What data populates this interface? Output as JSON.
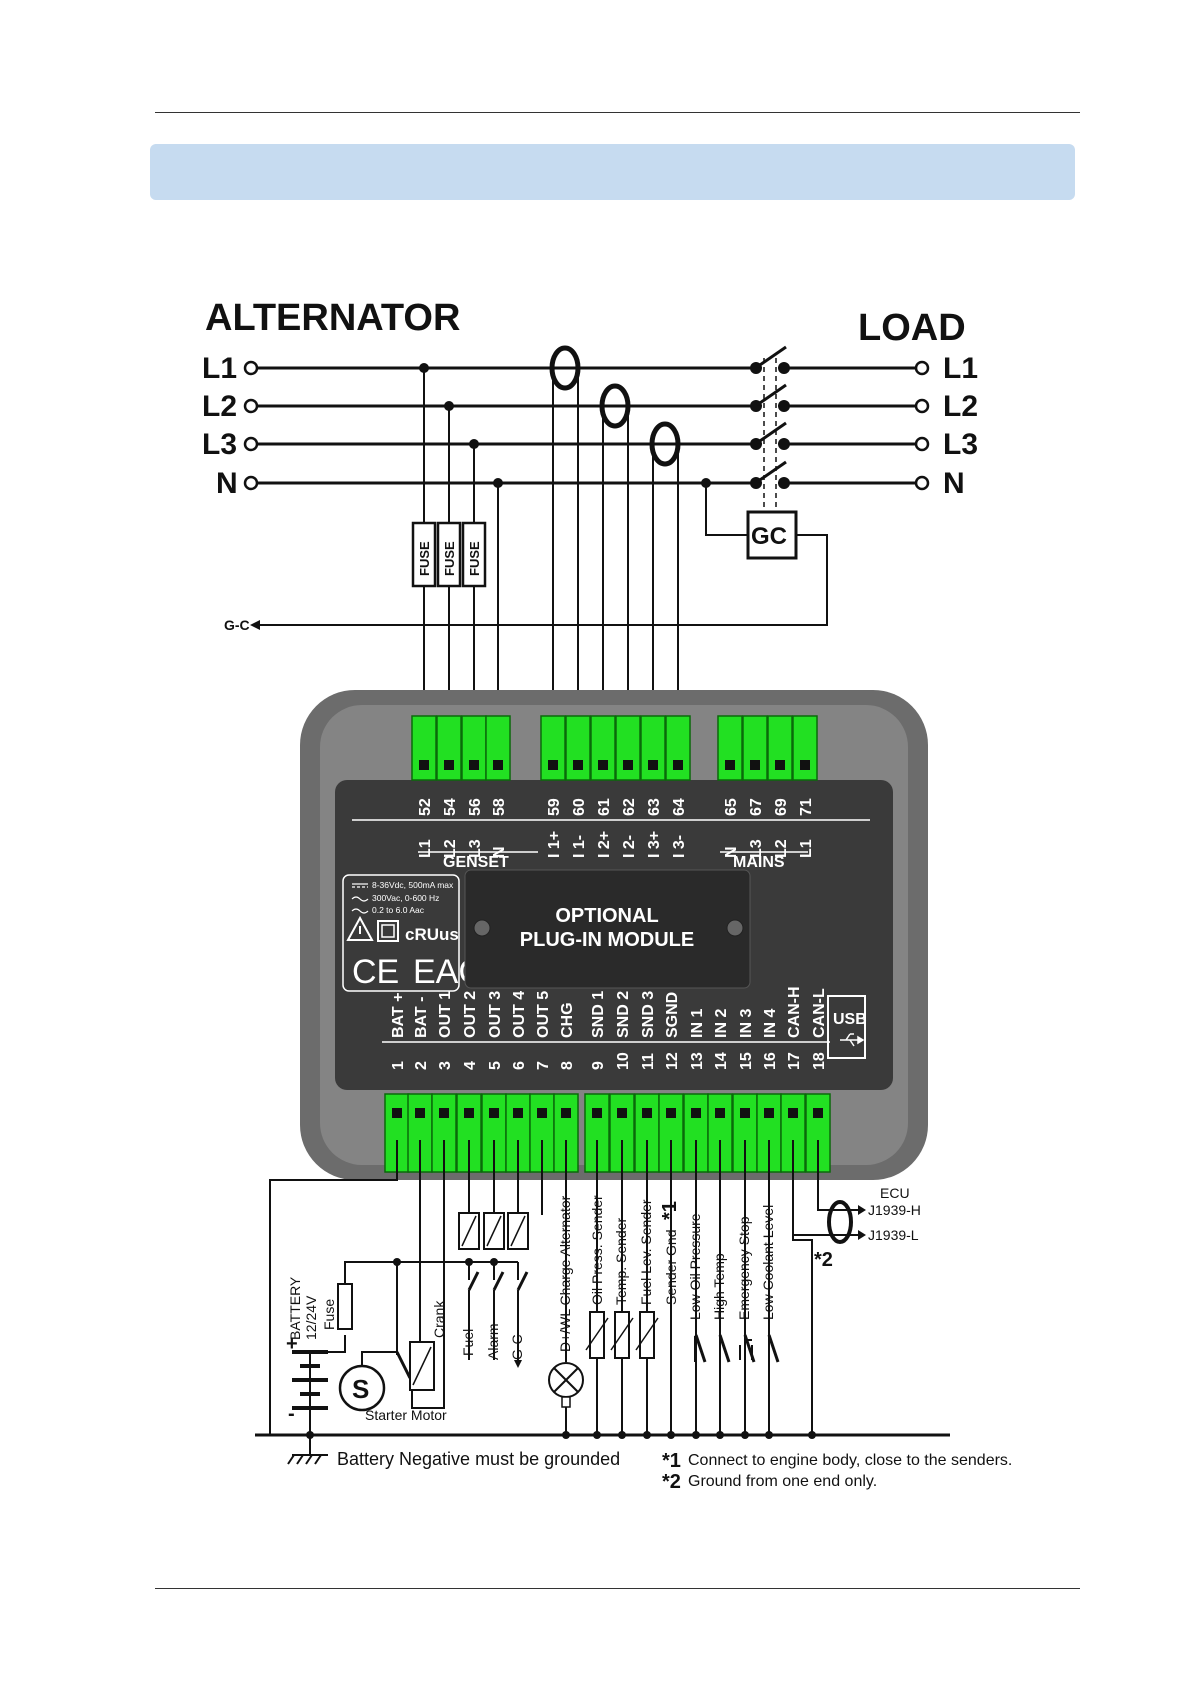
{
  "diagram": {
    "title_left": "ALTERNATOR",
    "title_right": "LOAD",
    "phases": [
      "L1",
      "L2",
      "L3",
      "N"
    ],
    "fuse_label": "FUSE",
    "gc_label": "GC",
    "gc_signal": "G-C",
    "module": {
      "top_terminals": [
        {
          "num": "52",
          "label": "L1"
        },
        {
          "num": "54",
          "label": "L2"
        },
        {
          "num": "56",
          "label": "L3"
        },
        {
          "num": "58",
          "label": "N"
        },
        {
          "num": "59",
          "label": "I 1+"
        },
        {
          "num": "60",
          "label": "I 1-"
        },
        {
          "num": "61",
          "label": "I 2+"
        },
        {
          "num": "62",
          "label": "I 2-"
        },
        {
          "num": "63",
          "label": "I 3+"
        },
        {
          "num": "64",
          "label": "I 3-"
        },
        {
          "num": "65",
          "label": "N"
        },
        {
          "num": "67",
          "label": "L3"
        },
        {
          "num": "69",
          "label": "L2"
        },
        {
          "num": "71",
          "label": "L1"
        }
      ],
      "group_genset": "GENSET",
      "group_mains": "MAINS",
      "specs": [
        "8-36Vdc, 500mA max",
        "300Vac, 0-600 Hz",
        "0.2 to 6.0 Aac"
      ],
      "optional_line1": "OPTIONAL",
      "optional_line2": "PLUG-IN MODULE",
      "bottom_terminals": [
        {
          "num": "1",
          "label": "BAT +"
        },
        {
          "num": "2",
          "label": "BAT -"
        },
        {
          "num": "3",
          "label": "OUT 1"
        },
        {
          "num": "4",
          "label": "OUT 2"
        },
        {
          "num": "5",
          "label": "OUT 3"
        },
        {
          "num": "6",
          "label": "OUT 4"
        },
        {
          "num": "7",
          "label": "OUT 5"
        },
        {
          "num": "8",
          "label": "CHG"
        },
        {
          "num": "9",
          "label": "SND 1"
        },
        {
          "num": "10",
          "label": "SND 2"
        },
        {
          "num": "11",
          "label": "SND 3"
        },
        {
          "num": "12",
          "label": "SGND"
        },
        {
          "num": "13",
          "label": "IN 1"
        },
        {
          "num": "14",
          "label": "IN 2"
        },
        {
          "num": "15",
          "label": "IN 3"
        },
        {
          "num": "16",
          "label": "IN 4"
        },
        {
          "num": "17",
          "label": "CAN-H"
        },
        {
          "num": "18",
          "label": "CAN-L"
        }
      ],
      "usb_label": "USB"
    },
    "bottom": {
      "battery_label": "BATTERY",
      "battery_voltage": "12/24V",
      "fuse_small": "Fuse",
      "starter_symbol": "S",
      "starter_motor": "Starter Motor",
      "crank": "Crank",
      "fuel": "Fuel",
      "alarm": "Alarm",
      "gc": "G-C",
      "charge_alt": "D+/WL Charge Alternator",
      "oil_sender": "Oil Press. Sender",
      "temp_sender": "Temp. Sender",
      "fuel_sender": "Fuel Lev. Sender",
      "sender_gnd": "Sender Gnd",
      "mark1": "*1",
      "mark2": "*2",
      "low_oil": "Low Oil Pressure",
      "high_temp": "High Temp",
      "estop": "Emergency Stop",
      "low_coolant": "Low Coolant Level",
      "ecu": "ECU",
      "j1939h": "J1939-H",
      "j1939l": "J1939-L",
      "ground_note": "Battery Negative must be grounded",
      "note1": "Connect to engine body, close to the senders.",
      "note2": "Ground from one end only.",
      "plus": "+",
      "minus": "-"
    }
  }
}
